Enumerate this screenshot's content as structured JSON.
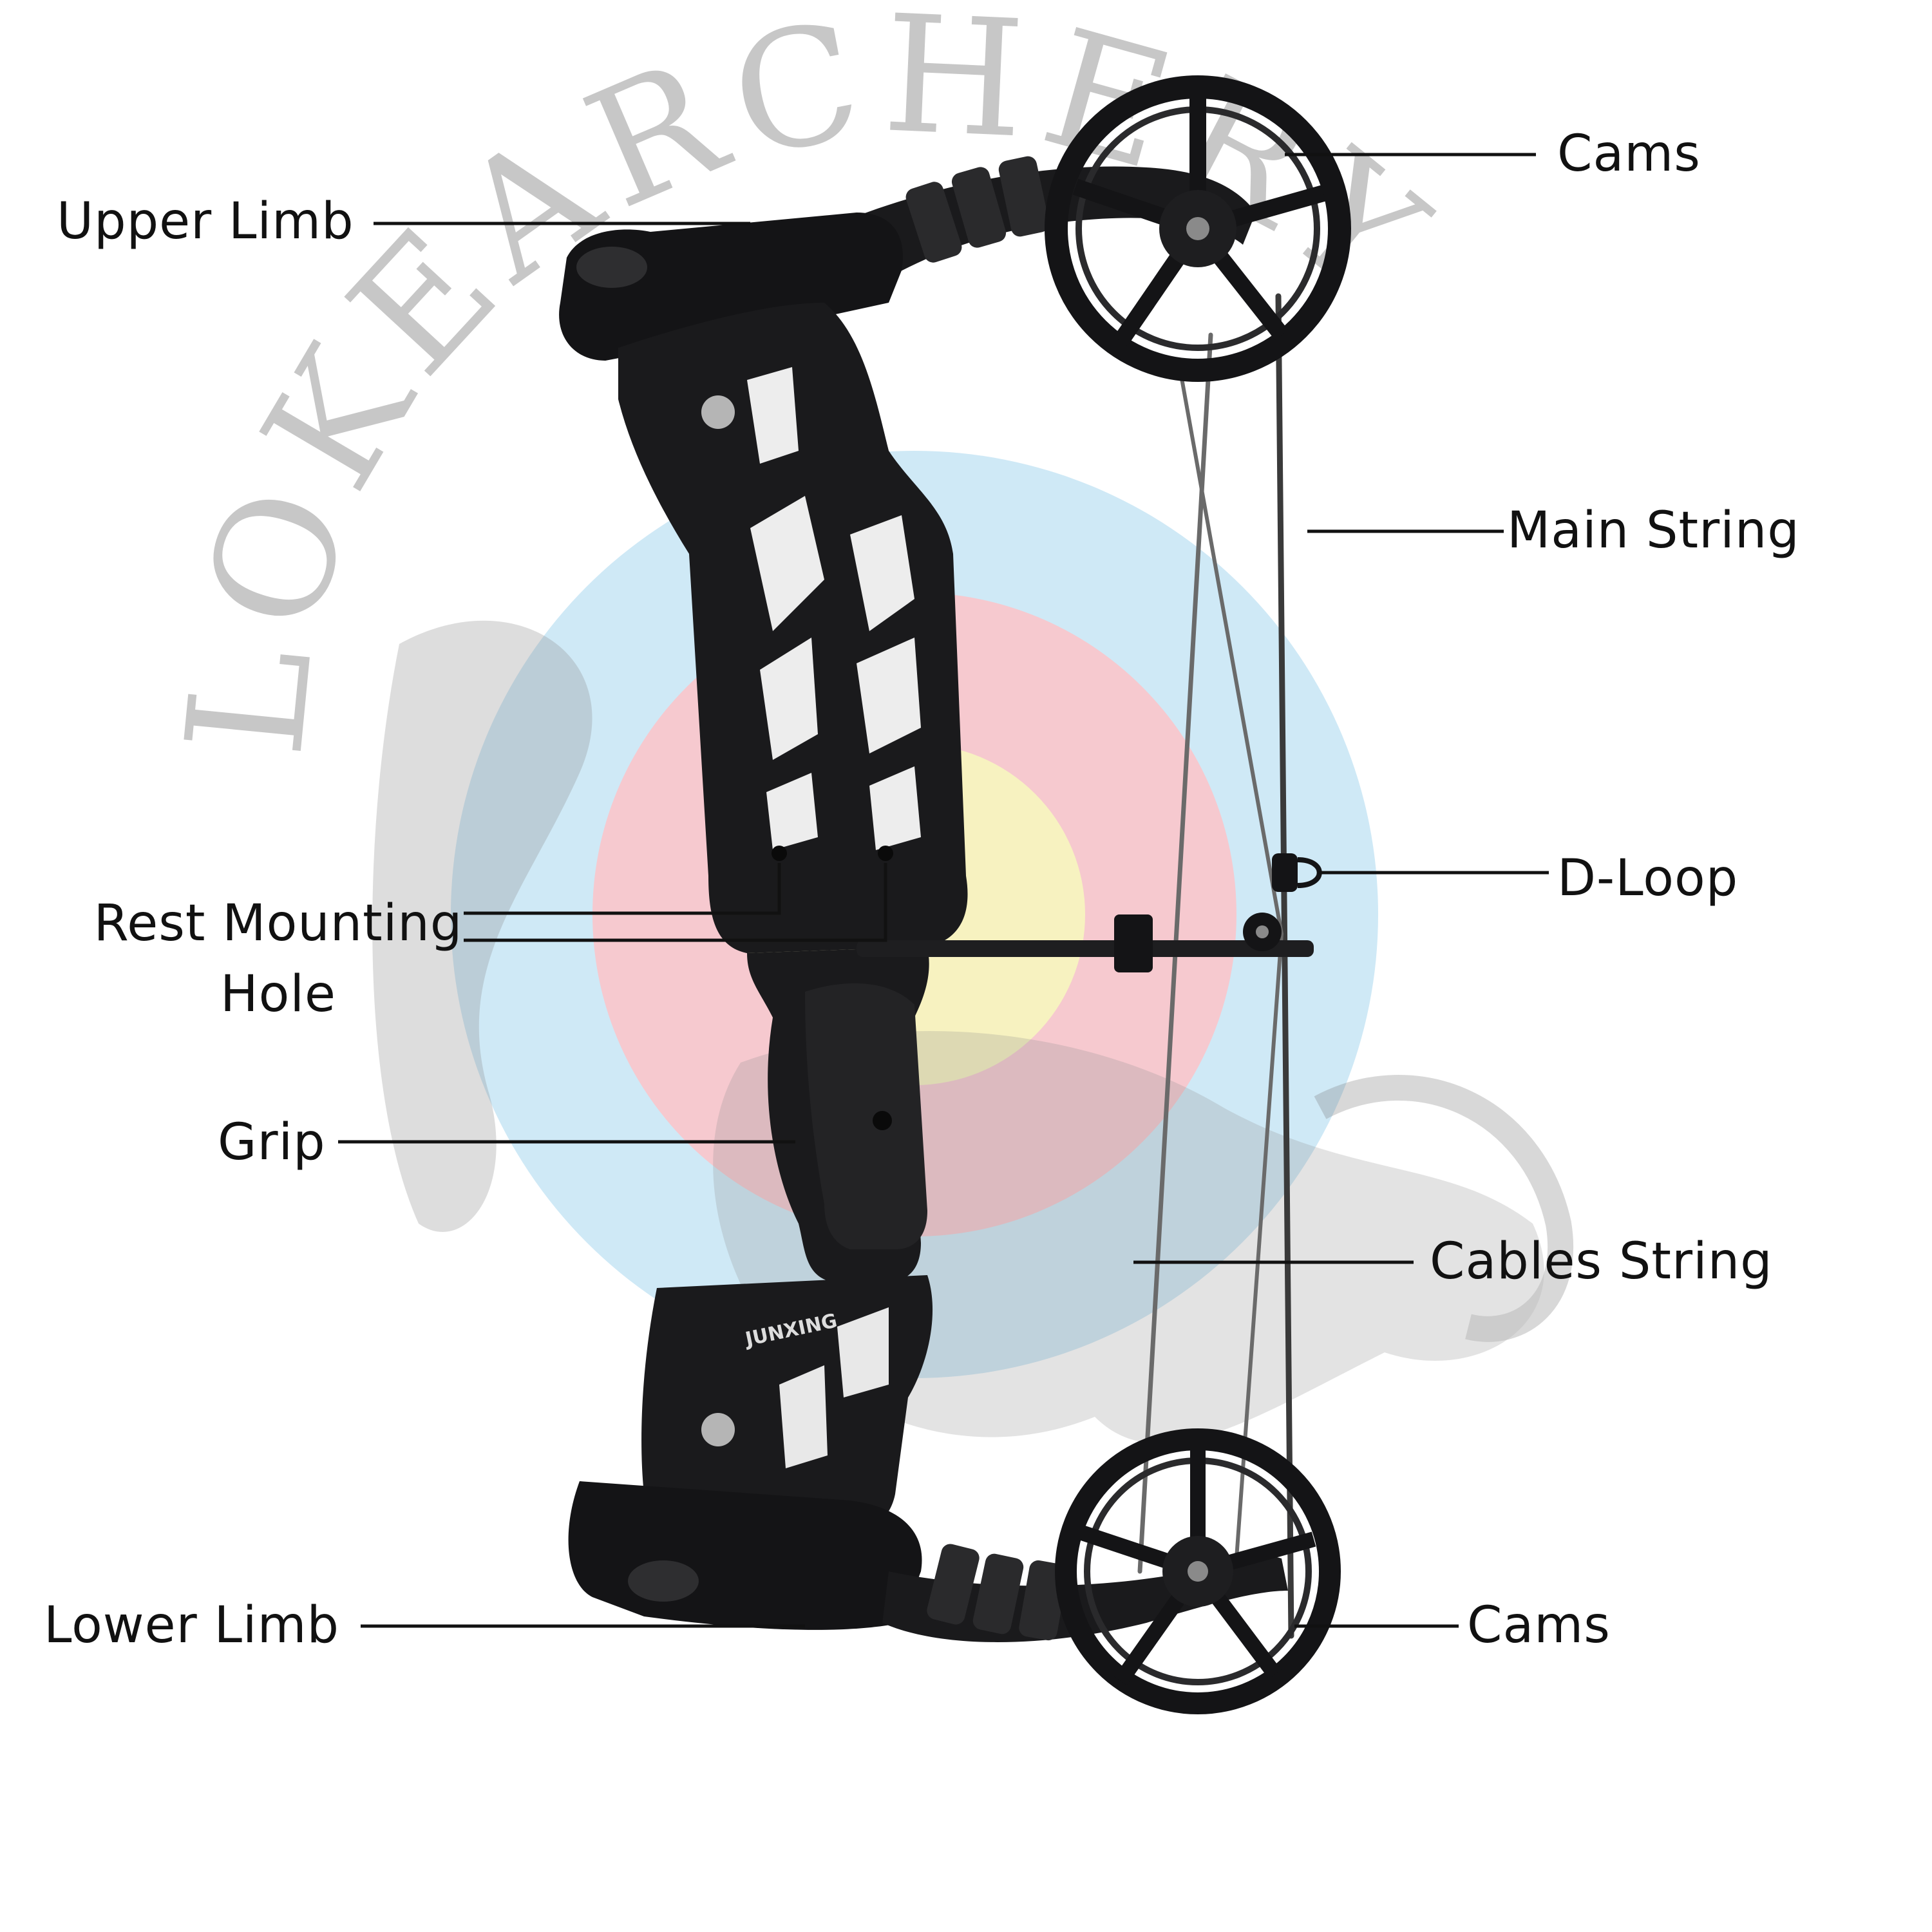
{
  "colors": {
    "target_blue": "#cfe9f6",
    "target_red": "#f6c9cf",
    "target_yellow": "#f7f2c0",
    "bow_black": "#1a1a1c",
    "watermark_gray": "#b9b9b9",
    "leader_line": "#111111"
  },
  "watermark": {
    "text": "LOKEARCHERY"
  },
  "product": {
    "brand_mark": "JUNXING"
  },
  "labels": {
    "upper_limb": "Upper Limb",
    "cams_top": "Cams",
    "main_string": "Main String",
    "d_loop": "D-Loop",
    "rest_mounting_hole_line1": "Rest Mounting",
    "rest_mounting_hole_line2": "Hole",
    "grip": "Grip",
    "cables_string": "Cables String",
    "lower_limb": "Lower Limb",
    "cams_bottom": "Cams"
  }
}
